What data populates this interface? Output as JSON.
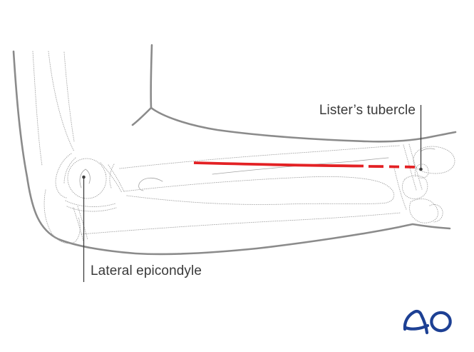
{
  "figure": {
    "kind": "anatomical line drawing",
    "view": "lateral elbow and forearm with dorsal incision line"
  },
  "annotations": {
    "listers_tubercle": "Lister’s tubercle",
    "lateral_epicondyle": "Lateral epicondyle"
  },
  "logo_text": "AO",
  "colors": {
    "incision_red": "#e32124",
    "skin_outline_gray": "#8b8b8b",
    "bone_outline_gray": "#9d9d9d",
    "label_text": "#3a3a3a",
    "logo_blue": "#1d4094",
    "background": "#ffffff"
  }
}
